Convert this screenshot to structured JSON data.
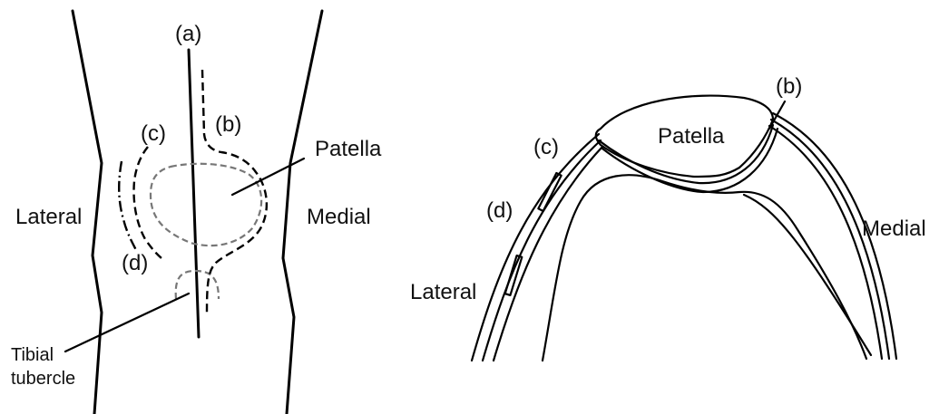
{
  "left_view": {
    "labels": {
      "a": "(a)",
      "b": "(b)",
      "c": "(c)",
      "d": "(d)",
      "patella": "Patella",
      "lateral": "Lateral",
      "medial": "Medial",
      "tibial_line1": "Tibial",
      "tibial_line2": "tubercle"
    }
  },
  "right_view": {
    "labels": {
      "b": "(b)",
      "c": "(c)",
      "d": "(d)",
      "patella": "Patella",
      "lateral": "Lateral",
      "medial": "Medial"
    }
  }
}
